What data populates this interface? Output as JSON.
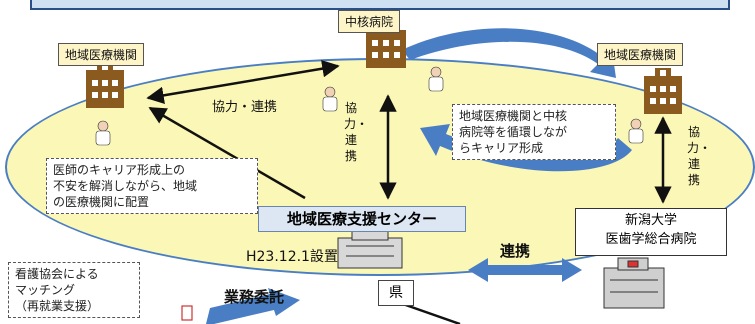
{
  "labels": {
    "core_hospital": "中核病院",
    "regional_left": "地域医療機関",
    "regional_right": "地域医療機関",
    "cooperation_h": "協力・連携",
    "cooperation_v1": "協力・連携",
    "cooperation_v2": "協力・連携",
    "center": "地域医療支援センター",
    "established": "H23.12.1設置",
    "university_line1": "新潟大学",
    "university_line2": "医歯学総合病院",
    "collaboration": "連携",
    "prefecture": "県",
    "outsourcing": "業務委託"
  },
  "notes": {
    "career_loop_lines": [
      "地域医療機関と中核",
      "病院等を循環しなが",
      "らキャリア形成"
    ],
    "career_anxiety_lines": [
      "医師のキャリア形成上の",
      "不安を解消しながら、地域",
      "の医療機関に配置"
    ],
    "nursing_lines": [
      "看護協会による",
      "マッチング",
      "（再就業支援）"
    ]
  },
  "colors": {
    "ellipse_fill": "#fbf7b6",
    "ellipse_border": "#4a7ec4",
    "arrow_blue": "#4a7ec4",
    "building_brown": "#8a5a1e",
    "label_fill": "#fdf4c8"
  }
}
